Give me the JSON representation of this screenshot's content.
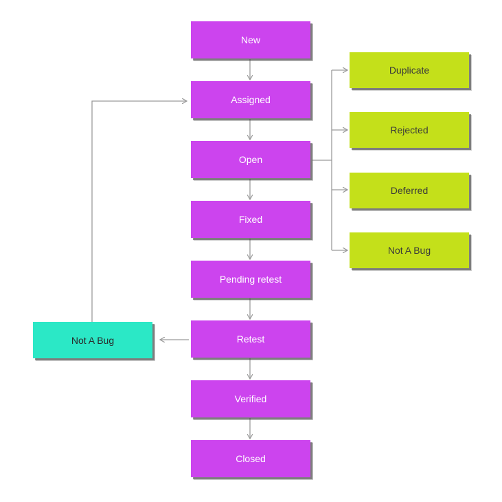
{
  "colors": {
    "status_node": "#cc44ee",
    "side_node": "#c4e01a",
    "not_a_bug_node": "#2be8c6",
    "connector": "#9a9a9a"
  },
  "nodes": {
    "new": "New",
    "assigned": "Assigned",
    "open": "Open",
    "fixed": "Fixed",
    "pending_retest": "Pending retest",
    "retest": "Retest",
    "verified": "Verified",
    "closed": "Closed",
    "duplicate": "Duplicate",
    "rejected": "Rejected",
    "deferred": "Deferred",
    "not_a_bug_side": "Not A Bug",
    "not_a_bug_left": "Not A Bug"
  }
}
